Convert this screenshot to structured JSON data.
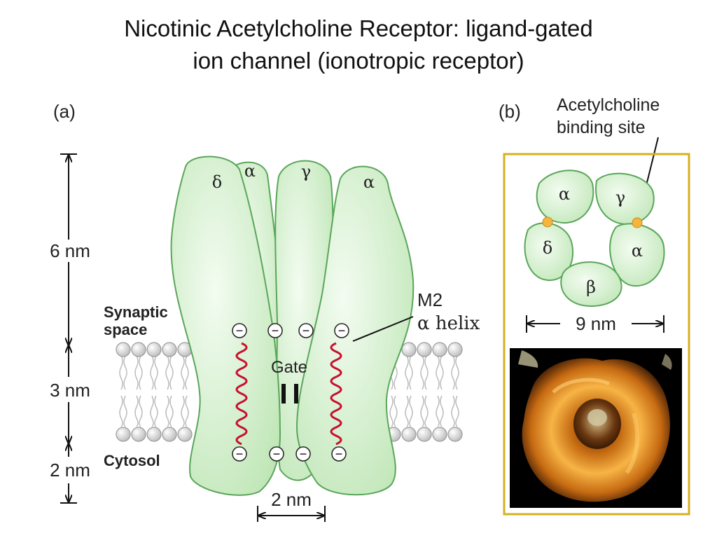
{
  "title": {
    "line1": "Nicotinic Acetylcholine Receptor: ligand-gated",
    "line2": "ion channel (ionotropic receptor)"
  },
  "panel_a": {
    "label": "(a)",
    "scale": {
      "top": "6 nm",
      "middle": "3 nm",
      "bottom": "2 nm",
      "width": "2 nm"
    },
    "regions": {
      "synaptic_line1": "Synaptic",
      "synaptic_line2": "space",
      "cytosol": "Cytosol"
    },
    "subunits": [
      "δ",
      "α",
      "γ",
      "α"
    ],
    "gate_label": "Gate",
    "m2_line1": "M2",
    "m2_line2": "α helix",
    "charge_symbol": "−"
  },
  "panel_b": {
    "label": "(b)",
    "binding_line1": "Acetylcholine",
    "binding_line2": "binding site",
    "subunits": [
      "α",
      "γ",
      "δ",
      "α",
      "β"
    ],
    "width": "9 nm",
    "frame_color": "#d4b020",
    "site_color": "#f5b43b"
  },
  "colors": {
    "subunit_fill": "#d8f2d2",
    "subunit_stroke": "#5aa65a",
    "helix": "#c8102e"
  }
}
